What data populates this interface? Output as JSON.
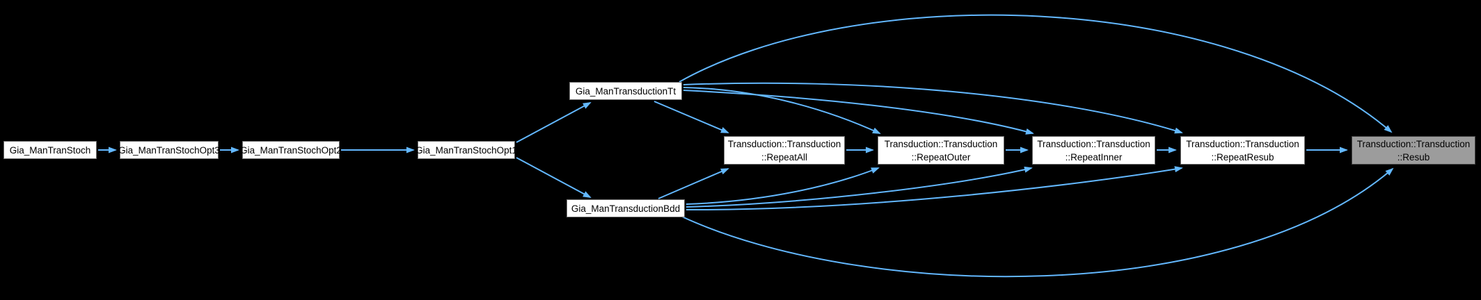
{
  "diagram": {
    "type": "call-graph",
    "colors": {
      "background": "#000000",
      "edge": "#63b8ff",
      "node_fill": "#ffffff",
      "node_border": "#6e6e6e",
      "node_text": "#000000",
      "highlight_fill": "#9c9c9c",
      "highlight_border": "#454545"
    },
    "nodes": [
      {
        "id": "GiaManTranStoch",
        "line1": "Gia_ManTranStoch"
      },
      {
        "id": "GiaManTranStochOpt3",
        "line1": "Gia_ManTranStochOpt3"
      },
      {
        "id": "GiaManTranStochOpt2",
        "line1": "Gia_ManTranStochOpt2"
      },
      {
        "id": "GiaManTranStochOpt1",
        "line1": "Gia_ManTranStochOpt1"
      },
      {
        "id": "GiaManTransductionTt",
        "line1": "Gia_ManTransductionTt"
      },
      {
        "id": "GiaManTransductionBdd",
        "line1": "Gia_ManTransductionBdd"
      },
      {
        "id": "RepeatAll",
        "line1": "Transduction::Transduction",
        "line2": "::RepeatAll"
      },
      {
        "id": "RepeatOuter",
        "line1": "Transduction::Transduction",
        "line2": "::RepeatOuter"
      },
      {
        "id": "RepeatInner",
        "line1": "Transduction::Transduction",
        "line2": "::RepeatInner"
      },
      {
        "id": "RepeatResub",
        "line1": "Transduction::Transduction",
        "line2": "::RepeatResub"
      },
      {
        "id": "Resub",
        "line1": "Transduction::Transduction",
        "line2": "::Resub",
        "highlighted": true
      }
    ],
    "edges": [
      {
        "from": "Gia_ManTranStoch",
        "to": "Gia_ManTranStochOpt3"
      },
      {
        "from": "Gia_ManTranStochOpt3",
        "to": "Gia_ManTranStochOpt2"
      },
      {
        "from": "Gia_ManTranStochOpt2",
        "to": "Gia_ManTranStochOpt1"
      },
      {
        "from": "Gia_ManTranStochOpt1",
        "to": "Gia_ManTransductionTt"
      },
      {
        "from": "Gia_ManTranStochOpt1",
        "to": "Gia_ManTransductionBdd"
      },
      {
        "from": "Gia_ManTransductionTt",
        "to": "Transduction::Transduction::RepeatAll"
      },
      {
        "from": "Gia_ManTransductionTt",
        "to": "Transduction::Transduction::RepeatOuter"
      },
      {
        "from": "Gia_ManTransductionTt",
        "to": "Transduction::Transduction::RepeatInner"
      },
      {
        "from": "Gia_ManTransductionTt",
        "to": "Transduction::Transduction::RepeatResub"
      },
      {
        "from": "Gia_ManTransductionTt",
        "to": "Transduction::Transduction::Resub"
      },
      {
        "from": "Gia_ManTransductionBdd",
        "to": "Transduction::Transduction::RepeatAll"
      },
      {
        "from": "Gia_ManTransductionBdd",
        "to": "Transduction::Transduction::RepeatOuter"
      },
      {
        "from": "Gia_ManTransductionBdd",
        "to": "Transduction::Transduction::RepeatInner"
      },
      {
        "from": "Gia_ManTransductionBdd",
        "to": "Transduction::Transduction::RepeatResub"
      },
      {
        "from": "Gia_ManTransductionBdd",
        "to": "Transduction::Transduction::Resub"
      },
      {
        "from": "Transduction::Transduction::RepeatAll",
        "to": "Transduction::Transduction::RepeatOuter"
      },
      {
        "from": "Transduction::Transduction::RepeatOuter",
        "to": "Transduction::Transduction::RepeatInner"
      },
      {
        "from": "Transduction::Transduction::RepeatInner",
        "to": "Transduction::Transduction::RepeatResub"
      },
      {
        "from": "Transduction::Transduction::RepeatResub",
        "to": "Transduction::Transduction::Resub"
      }
    ]
  }
}
